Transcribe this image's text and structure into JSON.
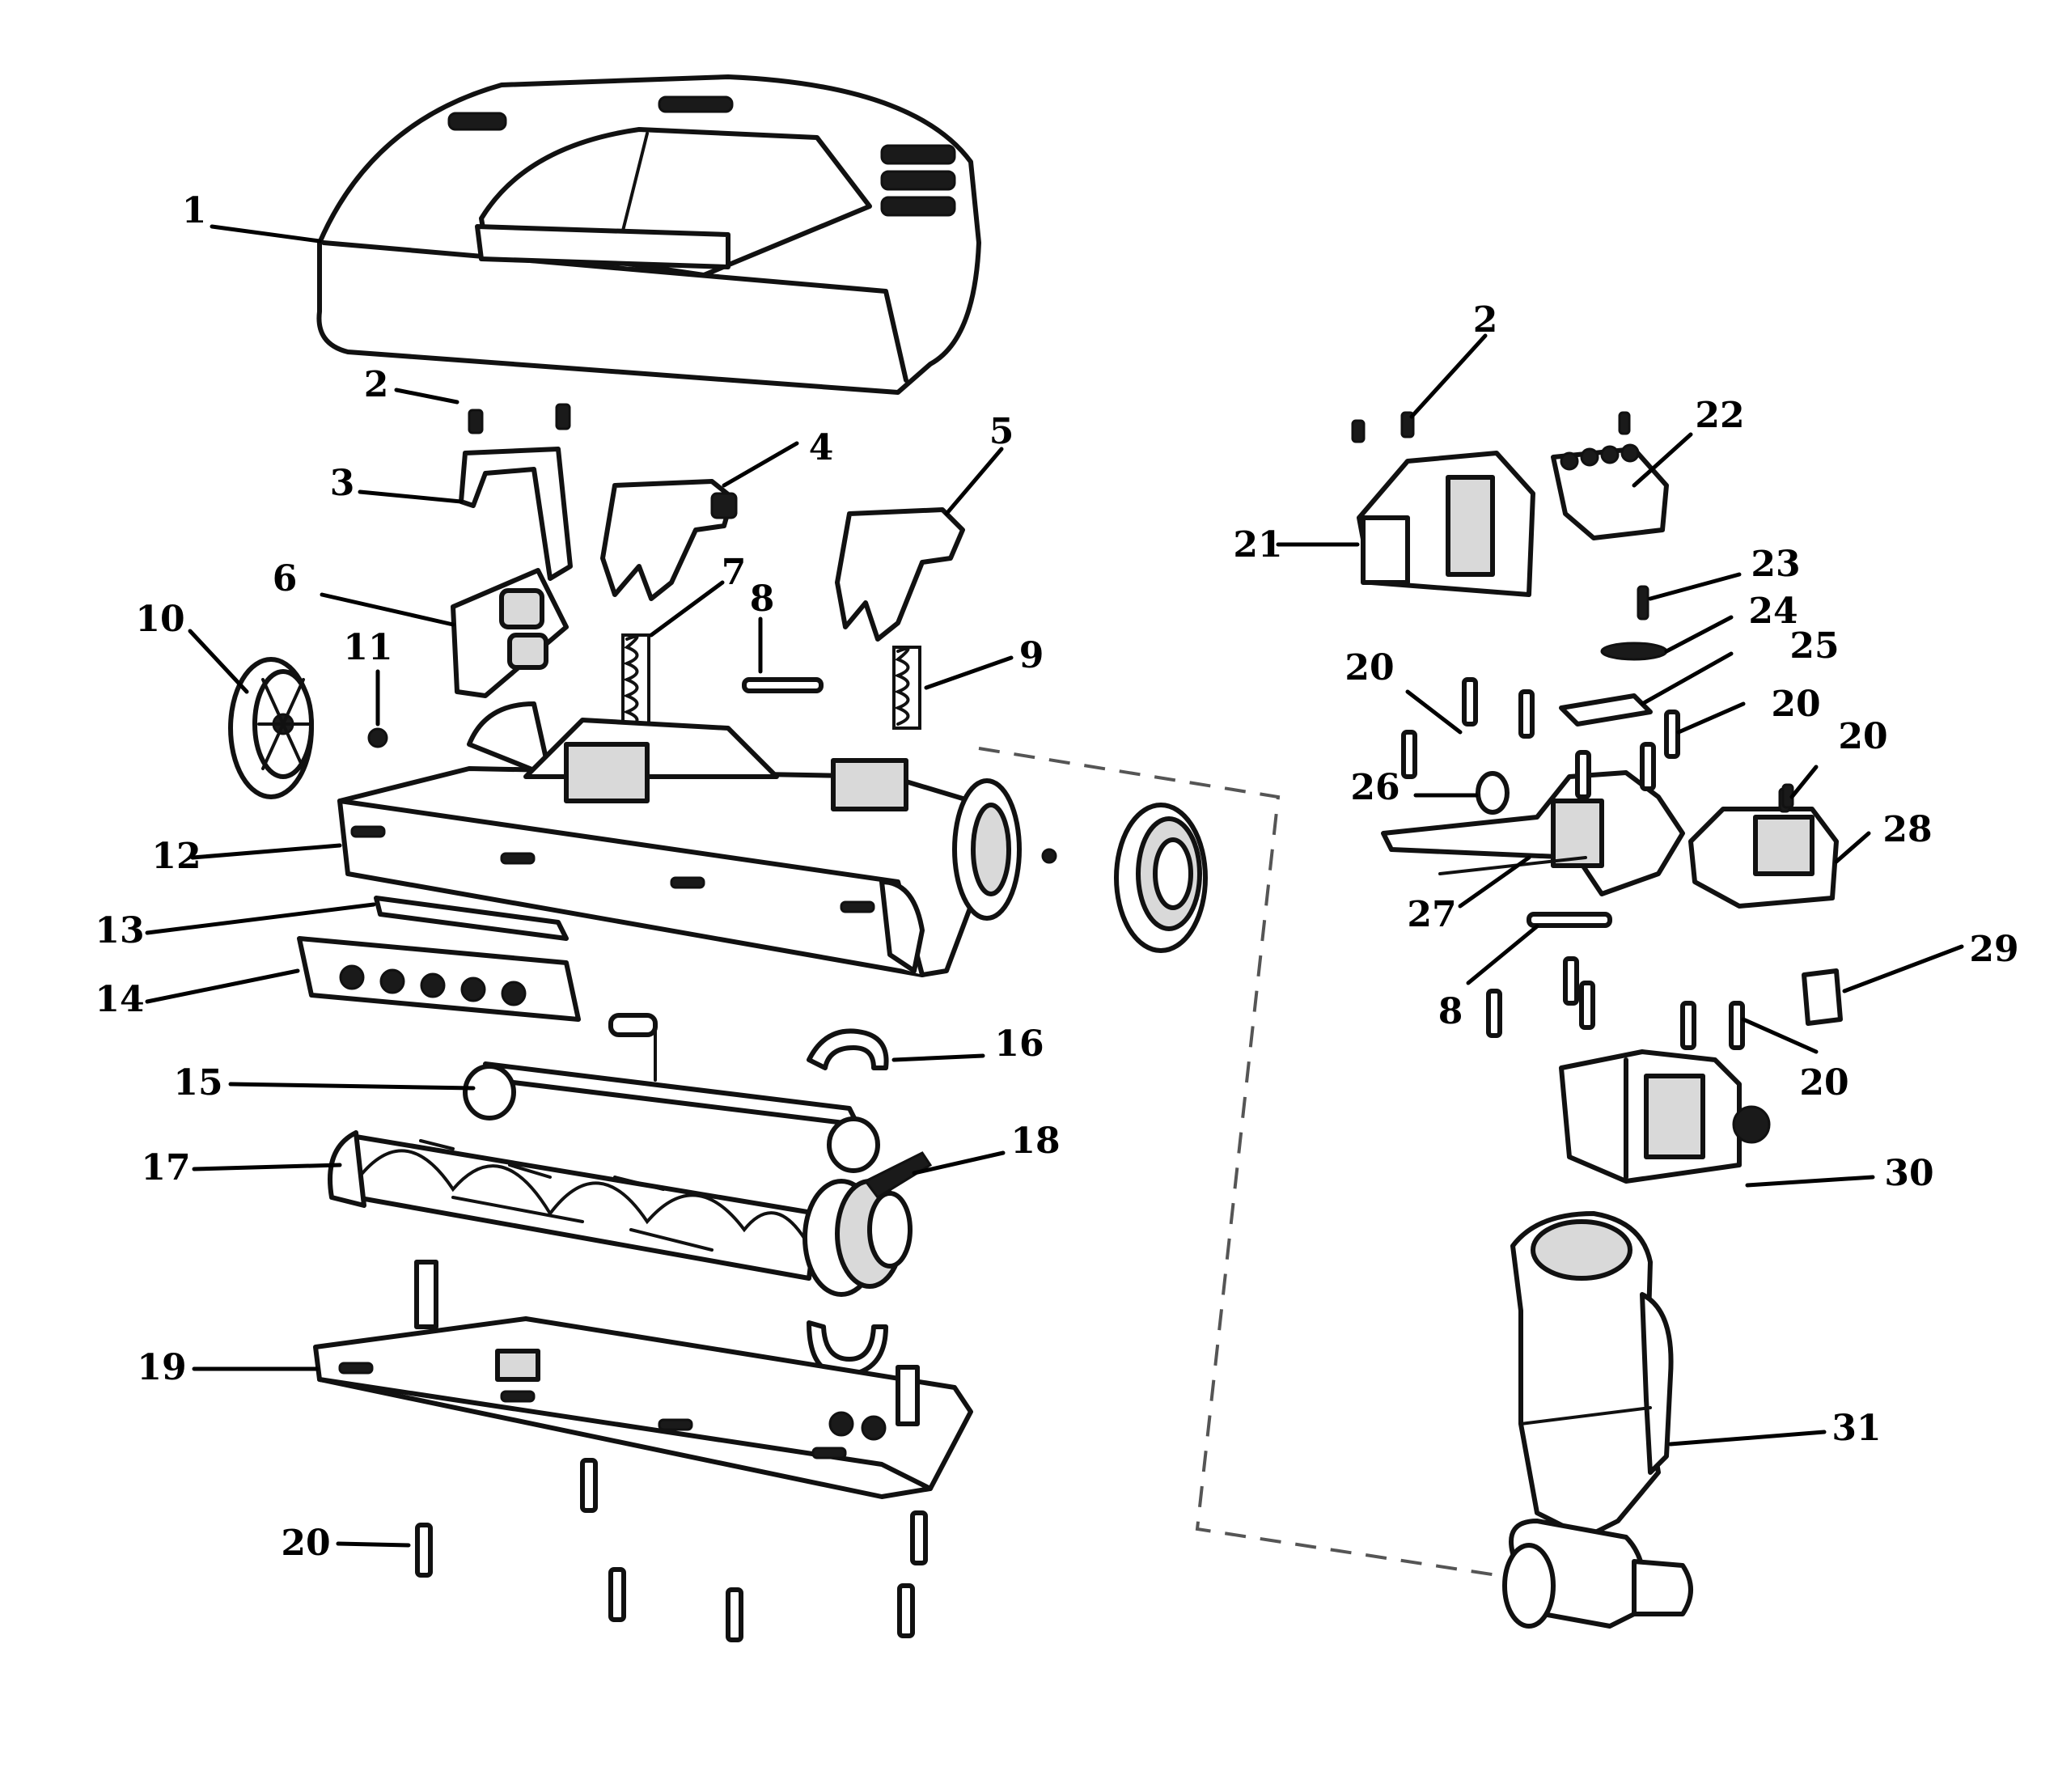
{
  "callouts": [
    {
      "id": "c1",
      "text": "1"
    },
    {
      "id": "c2a",
      "text": "2"
    },
    {
      "id": "c2b",
      "text": "2"
    },
    {
      "id": "c3",
      "text": "3"
    },
    {
      "id": "c4",
      "text": "4"
    },
    {
      "id": "c5",
      "text": "5"
    },
    {
      "id": "c6",
      "text": "6"
    },
    {
      "id": "c7",
      "text": "7"
    },
    {
      "id": "c8a",
      "text": "8"
    },
    {
      "id": "c8b",
      "text": "8"
    },
    {
      "id": "c9",
      "text": "9"
    },
    {
      "id": "c10",
      "text": "10"
    },
    {
      "id": "c11",
      "text": "11"
    },
    {
      "id": "c12",
      "text": "12"
    },
    {
      "id": "c13",
      "text": "13"
    },
    {
      "id": "c14",
      "text": "14"
    },
    {
      "id": "c15",
      "text": "15"
    },
    {
      "id": "c16",
      "text": "16"
    },
    {
      "id": "c17",
      "text": "17"
    },
    {
      "id": "c18",
      "text": "18"
    },
    {
      "id": "c19",
      "text": "19"
    },
    {
      "id": "c20a",
      "text": "20"
    },
    {
      "id": "c20b",
      "text": "20"
    },
    {
      "id": "c20c",
      "text": "20"
    },
    {
      "id": "c20d",
      "text": "20"
    },
    {
      "id": "c20e",
      "text": "20"
    },
    {
      "id": "c21",
      "text": "21"
    },
    {
      "id": "c22",
      "text": "22"
    },
    {
      "id": "c23",
      "text": "23"
    },
    {
      "id": "c24",
      "text": "24"
    },
    {
      "id": "c25",
      "text": "25"
    },
    {
      "id": "c26",
      "text": "26"
    },
    {
      "id": "c27",
      "text": "27"
    },
    {
      "id": "c28",
      "text": "28"
    },
    {
      "id": "c29",
      "text": "29"
    },
    {
      "id": "c30",
      "text": "30"
    },
    {
      "id": "c31",
      "text": "31"
    }
  ]
}
